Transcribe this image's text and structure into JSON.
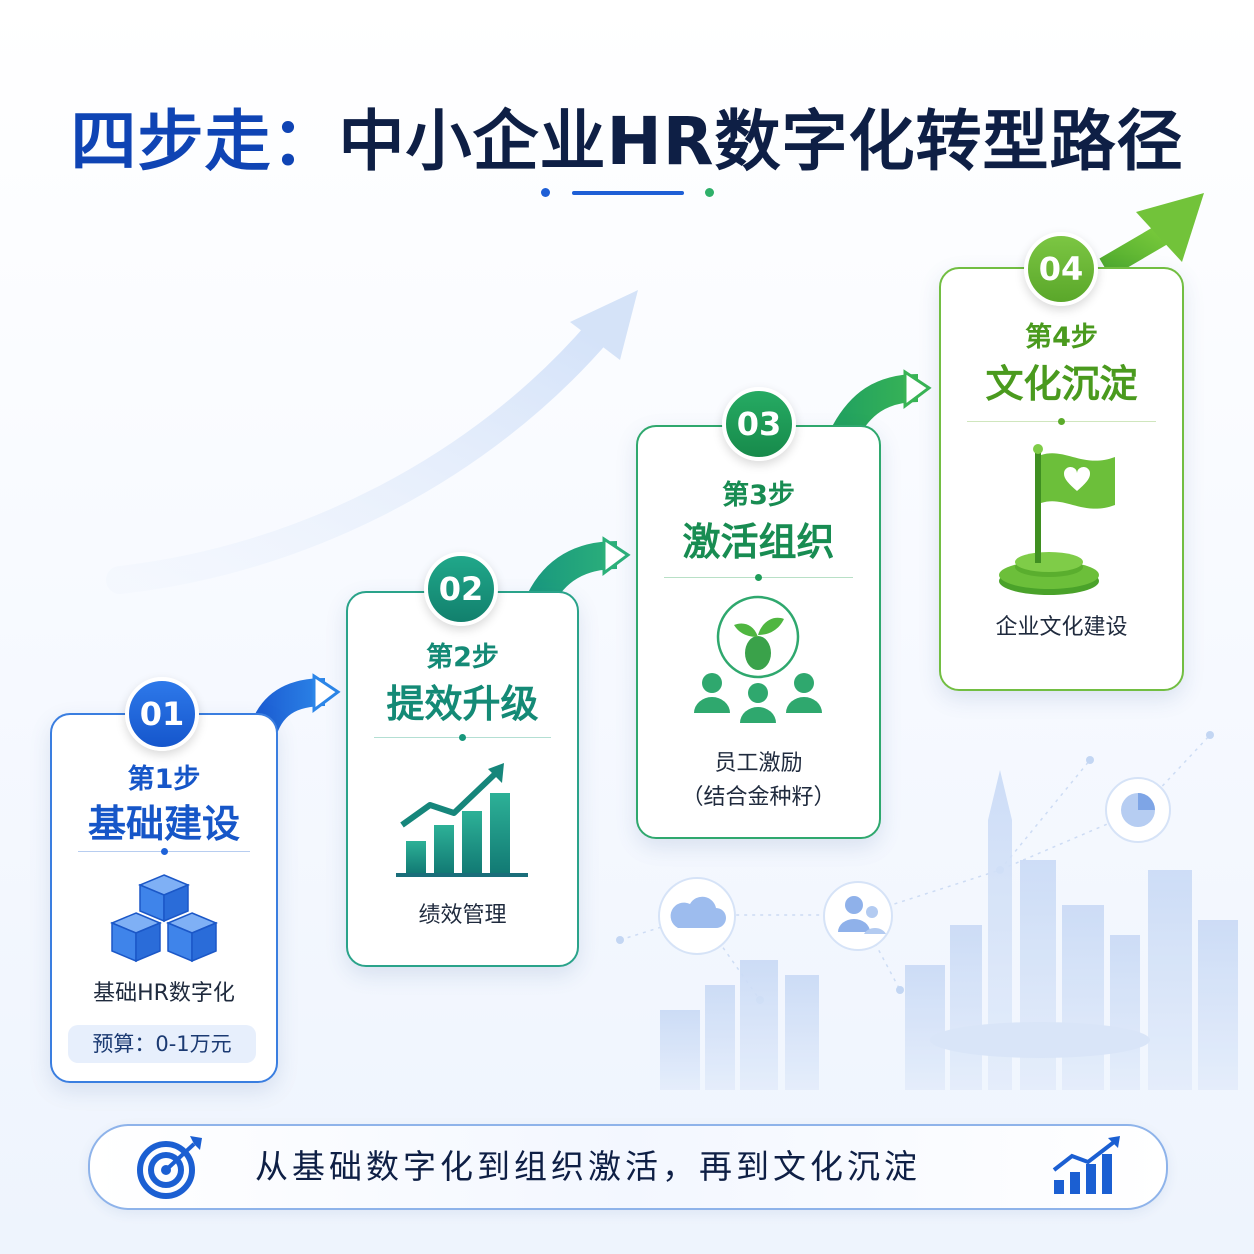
{
  "title": {
    "part1": "四步走：",
    "part2": "中小企业HR数字化转型路径"
  },
  "colors": {
    "blue": "#1656c8",
    "teal": "#148a76",
    "green": "#188c52",
    "lime": "#4a9a1e",
    "dark": "#0e1f45"
  },
  "steps": [
    {
      "number": "01",
      "step": "第1步",
      "name": "基础建设",
      "caption": "基础HR数字化",
      "budget": "预算：0-1万元",
      "icon": "cubes-icon"
    },
    {
      "number": "02",
      "step": "第2步",
      "name": "提效升级",
      "caption": "绩效管理",
      "icon": "bar-chart-growth-icon"
    },
    {
      "number": "03",
      "step": "第3步",
      "name": "激活组织",
      "caption": "员工激励",
      "caption_sub": "（结合金种籽）",
      "icon": "seedling-people-icon"
    },
    {
      "number": "04",
      "step": "第4步",
      "name": "文化沉淀",
      "caption": "企业文化建设",
      "icon": "heart-flag-icon"
    }
  ],
  "banner": {
    "text": "从基础数字化到组织激活，再到文化沉淀",
    "left_icon": "target-arrow-icon",
    "right_icon": "growth-chart-icon"
  }
}
